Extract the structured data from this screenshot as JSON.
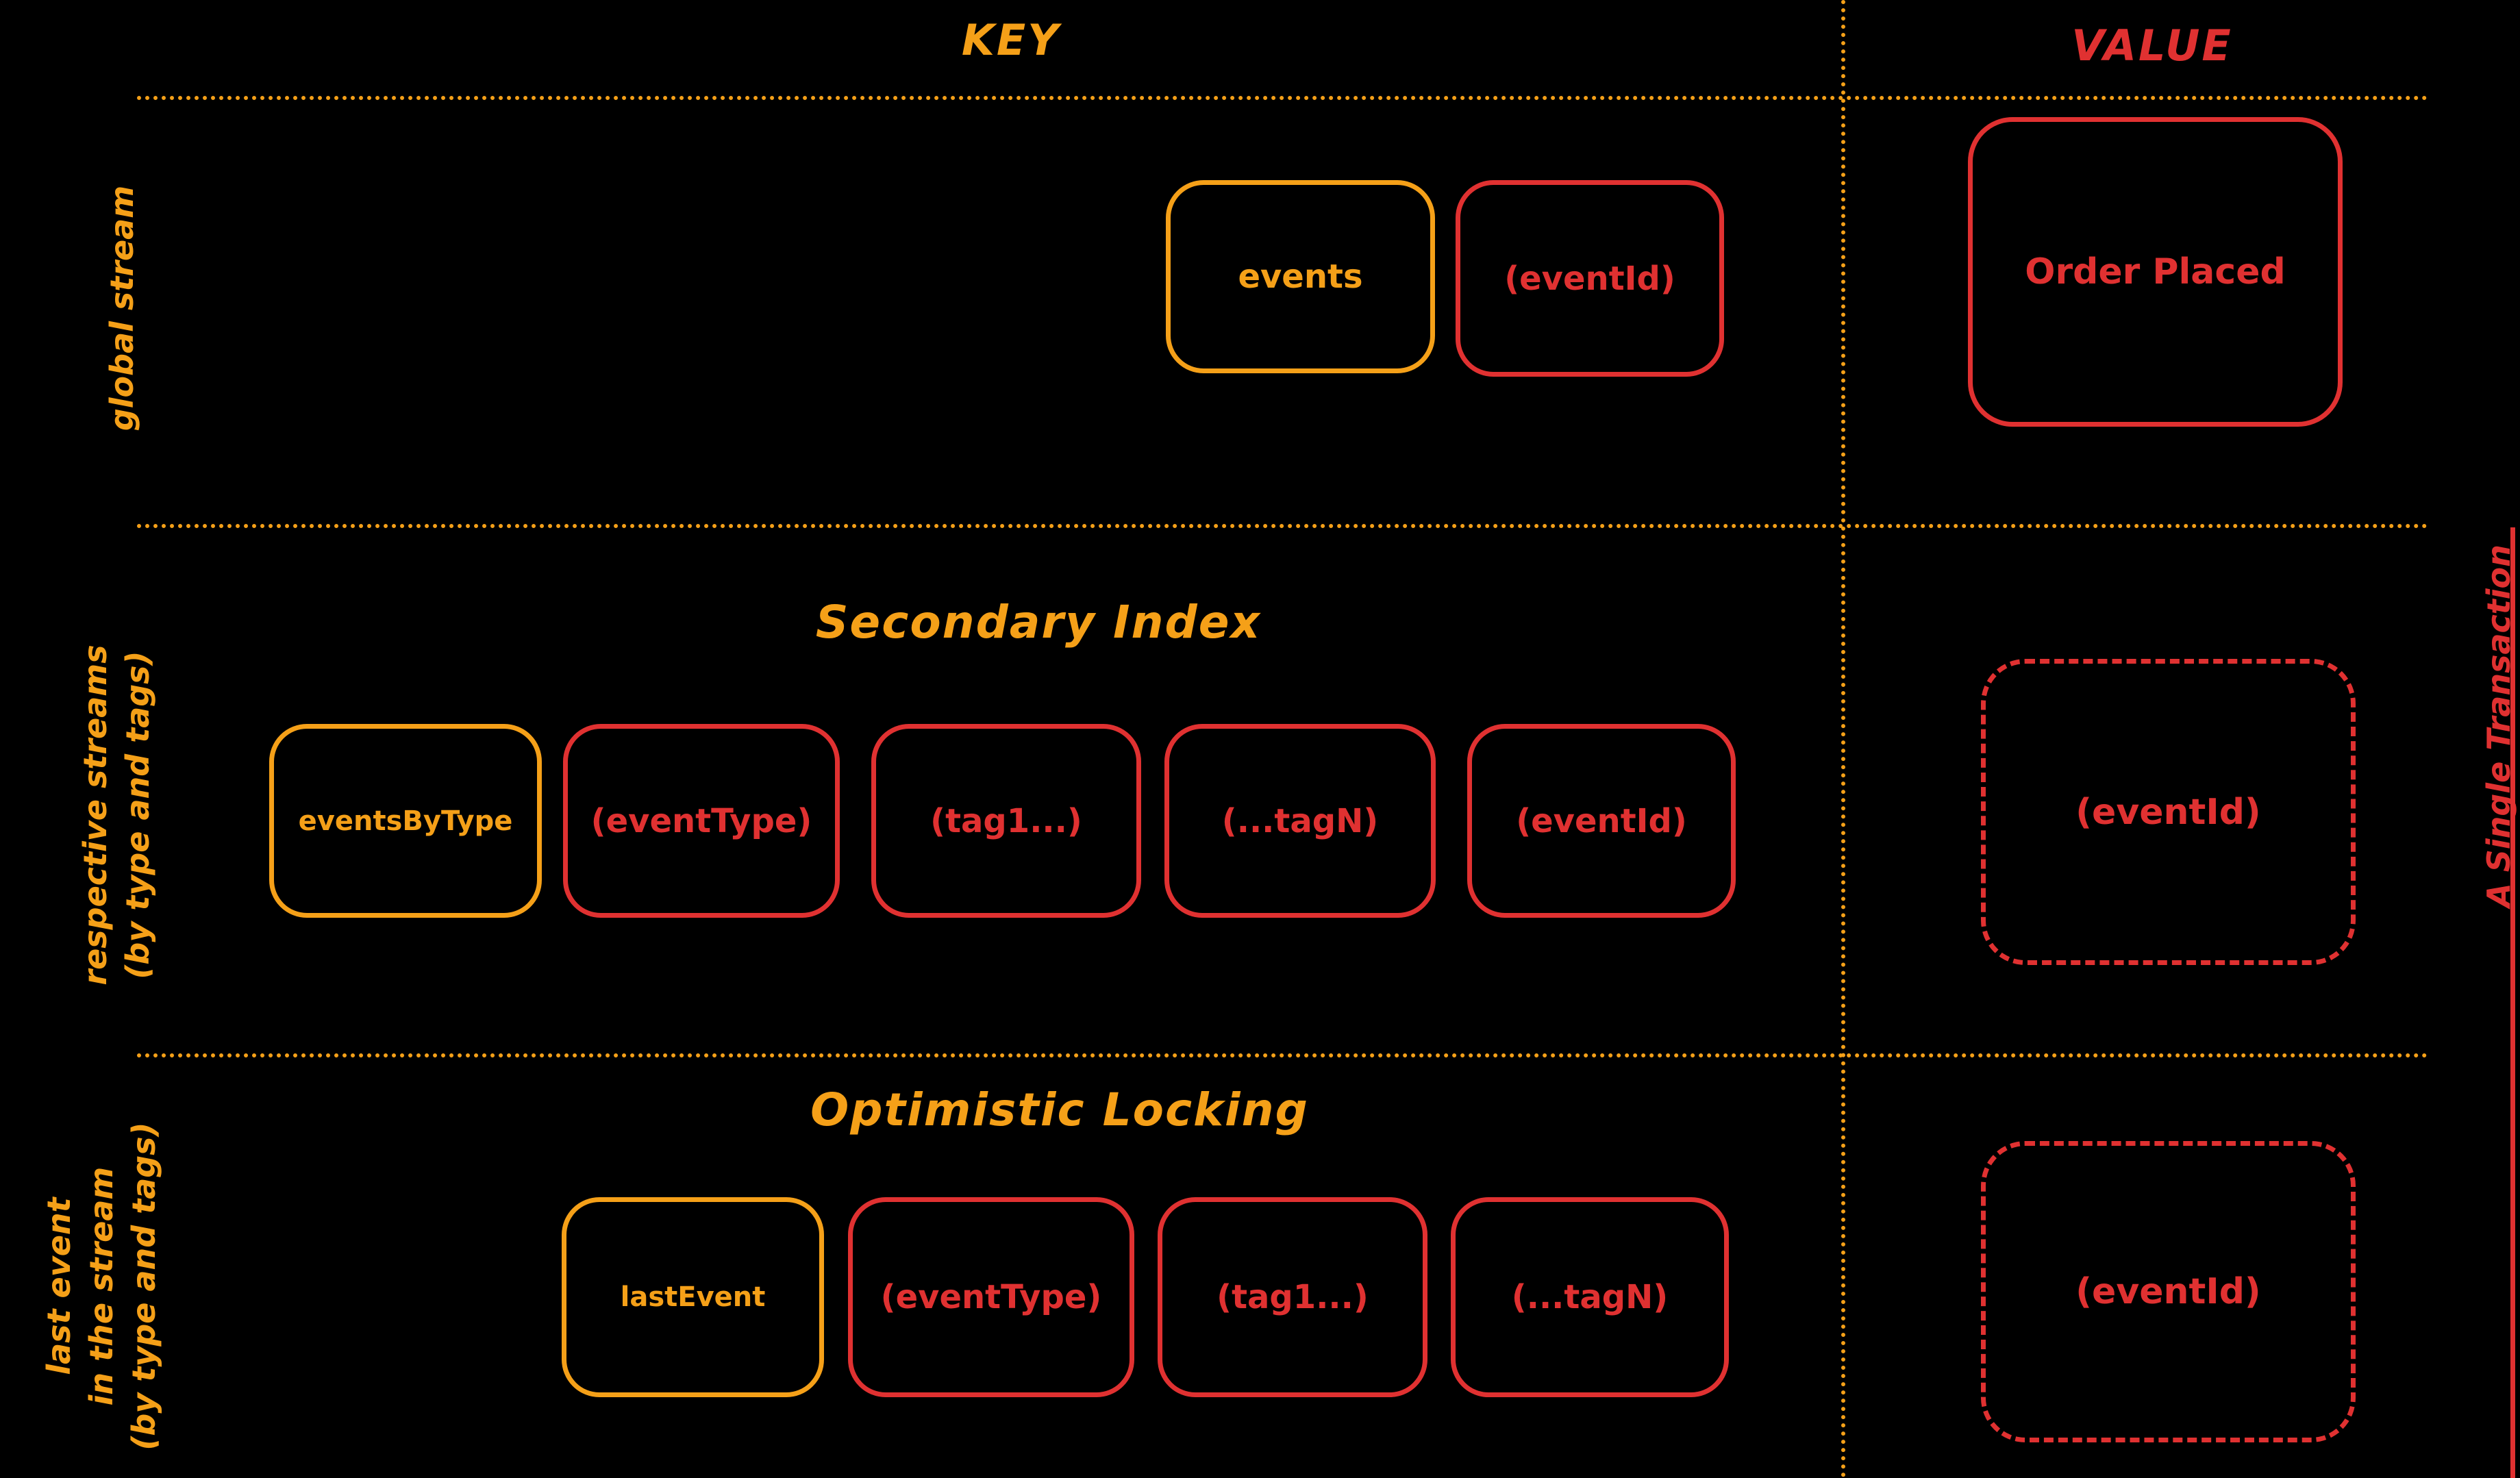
{
  "colors": {
    "background": "#000000",
    "orange": "#f5a018",
    "red": "#e03131"
  },
  "header": {
    "key_label": "KEY",
    "value_label": "VALUE"
  },
  "sidebar_note": "A Single Transaction",
  "rows": {
    "global_stream": {
      "label": "global stream",
      "key_boxes": {
        "events": "events",
        "event_id": "(eventId)"
      },
      "value_box": "Order Placed"
    },
    "secondary_index": {
      "title": "Secondary Index",
      "label_line1": "respective streams",
      "label_line2": "(by type and tags)",
      "key_boxes": {
        "events_by_type": "eventsByType",
        "event_type": "(eventType)",
        "tag1": "(tag1...)",
        "tagn": "(...tagN)",
        "event_id": "(eventId)"
      },
      "value_box": "(eventId)"
    },
    "optimistic_locking": {
      "title": "Optimistic Locking",
      "label_line1": "last event",
      "label_line2": "in the stream",
      "label_line3": "(by type and tags)",
      "key_boxes": {
        "last_event": "lastEvent",
        "event_type": "(eventType)",
        "tag1": "(tag1...)",
        "tagn": "(...tagN)"
      },
      "value_box": "(eventId)"
    }
  }
}
